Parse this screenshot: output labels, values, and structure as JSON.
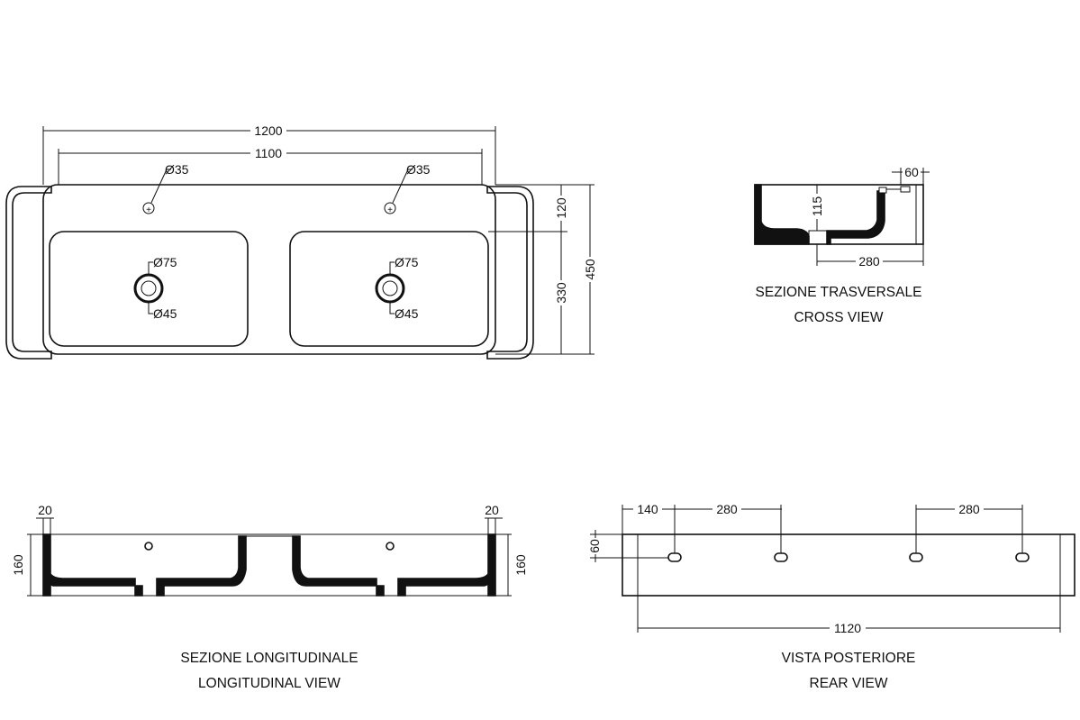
{
  "top_view": {
    "overall_width": "1200",
    "inner_width": "1100",
    "tap_hole_left": "Ø35",
    "tap_hole_right": "Ø35",
    "drain_outer_left": "Ø75",
    "drain_inner_left": "Ø45",
    "drain_outer_right": "Ø75",
    "drain_inner_right": "Ø45",
    "depth_front": "120",
    "basin_depth": "330",
    "overall_depth": "450"
  },
  "cross_view": {
    "dim_top": "60",
    "dim_height": "115",
    "dim_bottom": "280",
    "caption_it": "SEZIONE TRASVERSALE",
    "caption_en": "CROSS VIEW"
  },
  "longitudinal_view": {
    "dim_left_top": "20",
    "dim_right_top": "20",
    "dim_left_height": "160",
    "dim_right_height": "160",
    "caption_it": "SEZIONE LONGITUDINALE",
    "caption_en": "LONGITUDINAL VIEW"
  },
  "rear_view": {
    "dim_first": "140",
    "dim_second": "280",
    "dim_third": "280",
    "dim_height": "60",
    "dim_length": "1120",
    "caption_it": "VISTA POSTERIORE",
    "caption_en": "REAR VIEW"
  }
}
